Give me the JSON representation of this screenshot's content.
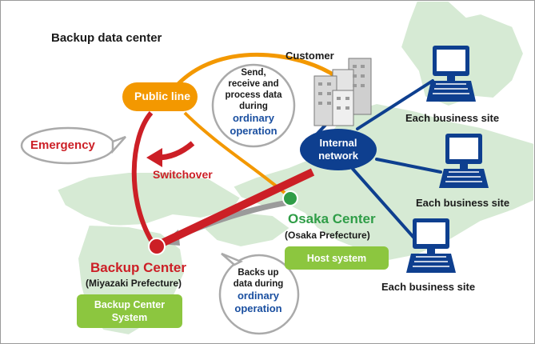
{
  "title": "Backup data center",
  "customer_label": "Customer",
  "public_line_label": "Public line",
  "emergency_label": "Emergency",
  "switchover_label": "Switchover",
  "internal_network": [
    "Internal",
    "network"
  ],
  "ordinary_bubble": {
    "lines": [
      "Send,",
      "receive and",
      "process data",
      "during"
    ],
    "highlight": [
      "ordinary",
      "operation"
    ]
  },
  "backup_bubble": {
    "lines": [
      "Backs up",
      "data during"
    ],
    "highlight": [
      "ordinary",
      "operation"
    ]
  },
  "sites": [
    "Each business site",
    "Each business site",
    "Each business site"
  ],
  "osaka_center": {
    "name": "Osaka Center",
    "prefecture": "(Osaka Prefecture)",
    "system": "Host system"
  },
  "backup_center": {
    "name": "Backup Center",
    "prefecture": "(Miyazaki Prefecture)",
    "system": [
      "Backup Center",
      "System"
    ]
  },
  "colors": {
    "red": "#cc1f26",
    "orange": "#f39800",
    "blue": "#0e3f8f",
    "green": "#2f9d47",
    "map": "#d6ead4",
    "gray": "#9b9b9b"
  }
}
